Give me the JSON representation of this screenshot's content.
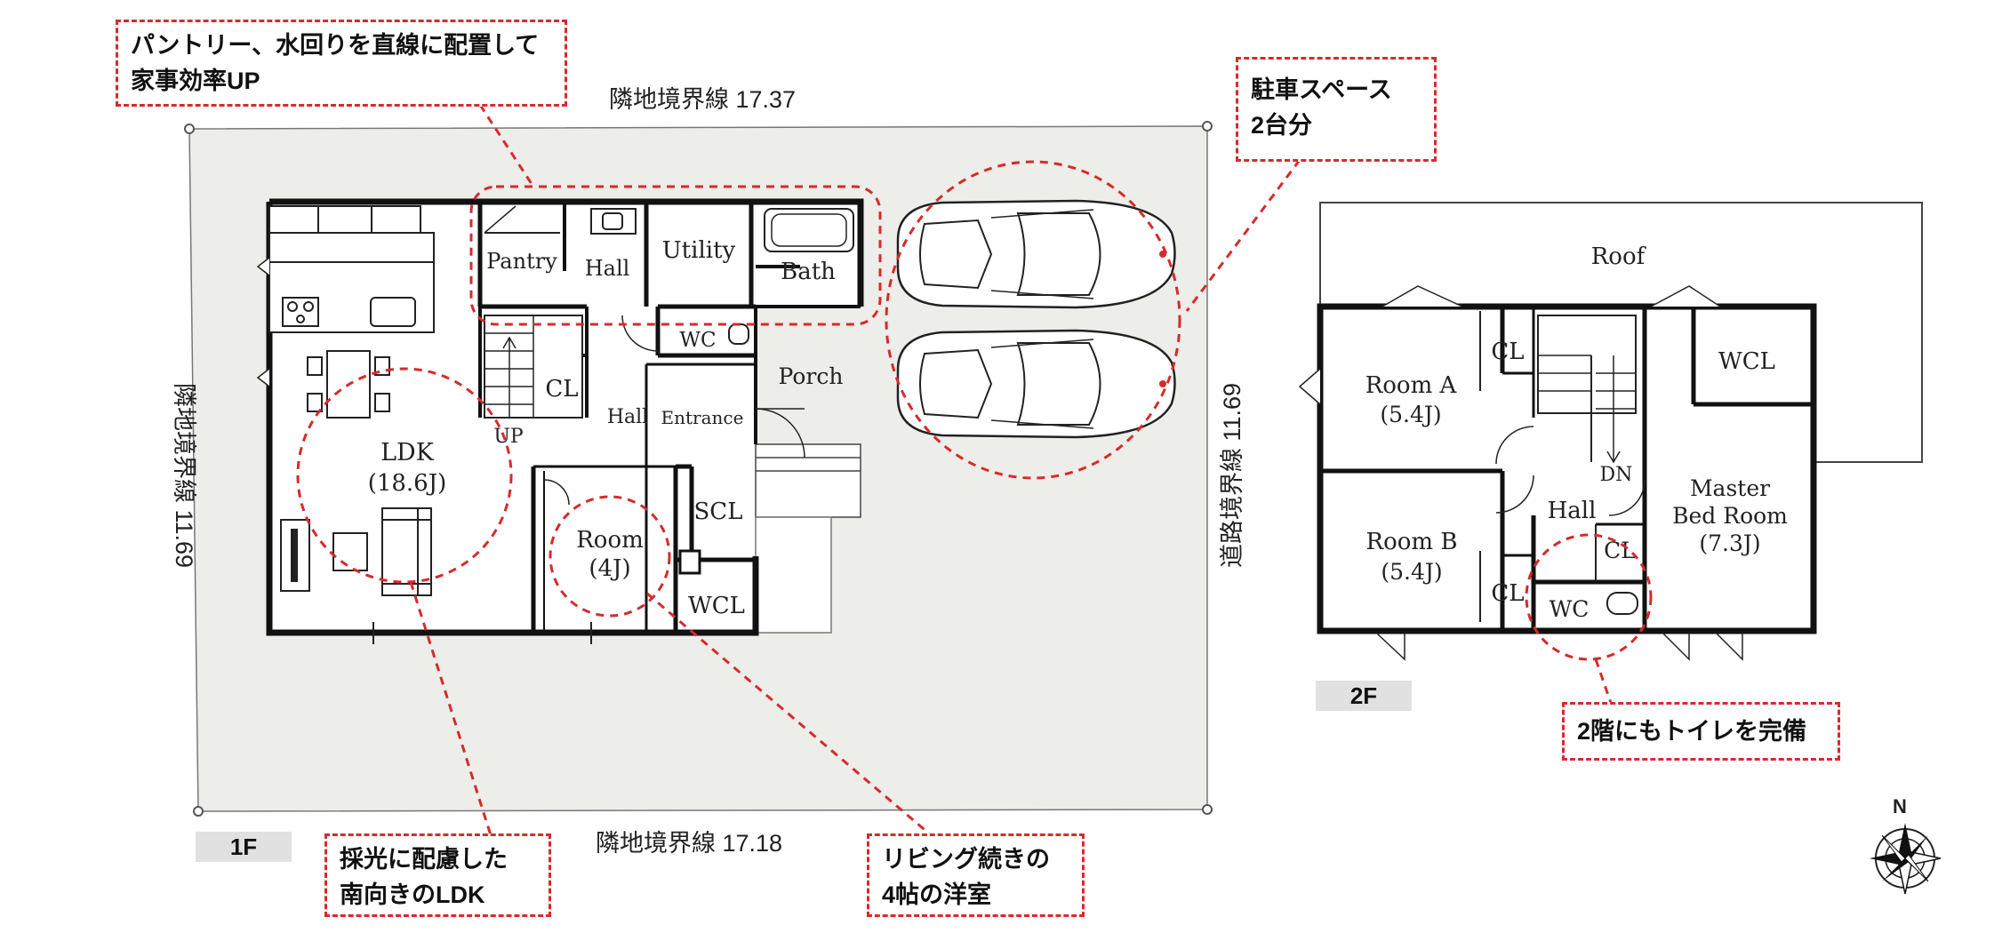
{
  "callouts": {
    "pantry": [
      "パントリー、水回りを直線に配置して",
      "家事効率UP"
    ],
    "parking": [
      "駐車スペース",
      "2台分"
    ],
    "ldk": [
      "採光に配慮した",
      "南向きのLDK"
    ],
    "room": [
      "リビング続きの",
      "4帖の洋室"
    ],
    "toilet": [
      "2階にもトイレを完備"
    ]
  },
  "boundaries": {
    "top": "隣地境界線 17.37",
    "bottom": "隣地境界線 17.18",
    "left": "隣地境界線 11.69",
    "right": "道路境界線 11.69"
  },
  "floor1": {
    "tag": "1F",
    "rooms": {
      "pantry": "Pantry",
      "hall_upper": "Hall",
      "utility": "Utility",
      "bath": "Bath",
      "wc": "WC",
      "porch": "Porch",
      "cl": "CL",
      "up": "UP",
      "hall_lower": "Hall",
      "entrance": "Entrance",
      "ldk": "LDK",
      "ldk_size": "(18.6J)",
      "room": "Room",
      "room_size": "(4J)",
      "scl": "SCL",
      "wcl": "WCL"
    }
  },
  "floor2": {
    "tag": "2F",
    "rooms": {
      "roof": "Roof",
      "room_a": "Room A",
      "room_a_size": "(5.4J)",
      "cl_a": "CL",
      "wcl": "WCL",
      "room_b": "Room B",
      "room_b_size": "(5.4J)",
      "cl_b": "CL",
      "hall": "Hall",
      "dn": "DN",
      "master_1": "Master",
      "master_2": "Bed Room",
      "master_size": "(7.3J)",
      "cl_m": "CL",
      "wc": "WC"
    }
  },
  "compass": {
    "label": "N"
  },
  "colors": {
    "accent": "#d62b2b",
    "site": "#ededea",
    "wall": "#111111",
    "tag": "#e1e1e1"
  }
}
